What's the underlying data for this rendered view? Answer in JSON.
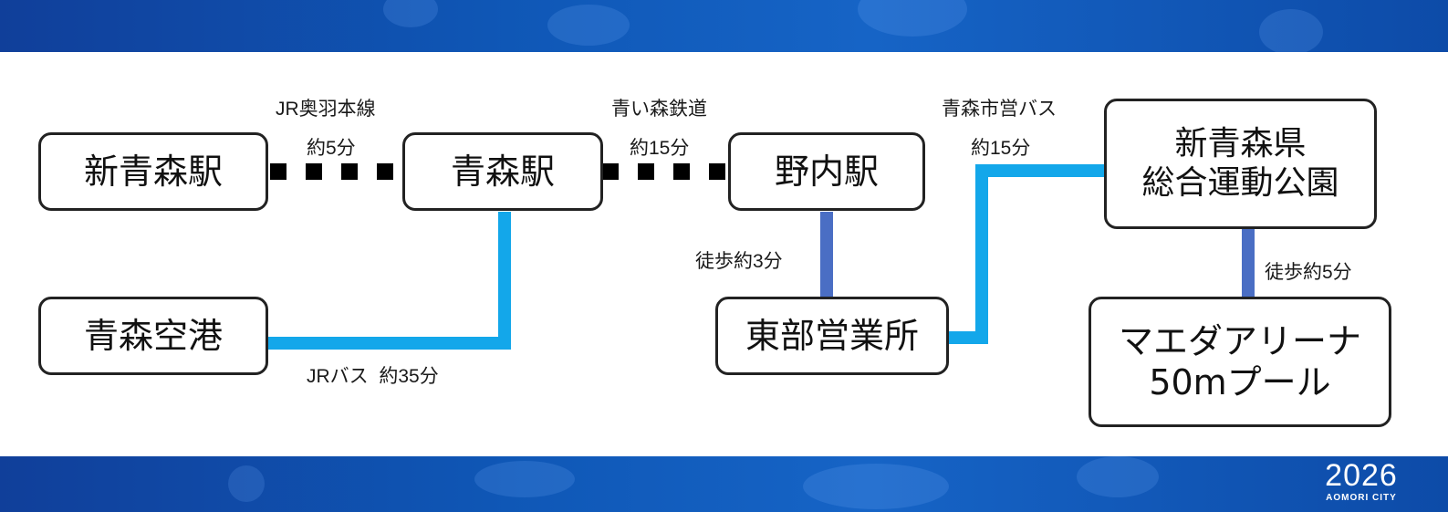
{
  "colors": {
    "band": "#1157b5",
    "bus_line": "#13a7ea",
    "walk_line": "#4a6ec4",
    "rail_dots": "#000000",
    "node_border": "#222222"
  },
  "nodes": {
    "shin_aomori": {
      "lines": [
        "新青森駅"
      ]
    },
    "aomori": {
      "lines": [
        "青森駅"
      ]
    },
    "nonai": {
      "lines": [
        "野内駅"
      ]
    },
    "park": {
      "lines": [
        "新青森県",
        "総合運動公園"
      ]
    },
    "airport": {
      "lines": [
        "青森空港"
      ]
    },
    "tobu": {
      "lines": [
        "東部営業所"
      ]
    },
    "arena": {
      "lines": [
        "マエダアリーナ",
        "50mプール"
      ]
    }
  },
  "links": {
    "ou_line": {
      "name": "JR奥羽本線",
      "time": "約5分"
    },
    "aoimori": {
      "name": "青い森鉄道",
      "time": "約15分"
    },
    "city_bus": {
      "name": "青森市営バス",
      "time": "約15分"
    },
    "jr_bus": {
      "text": "JRバス  約35分"
    },
    "walk_nonai": {
      "text": "徒歩約3分"
    },
    "walk_park": {
      "text": "徒歩約5分"
    }
  },
  "logo": {
    "year": "2026",
    "city": "AOMORI CITY"
  }
}
